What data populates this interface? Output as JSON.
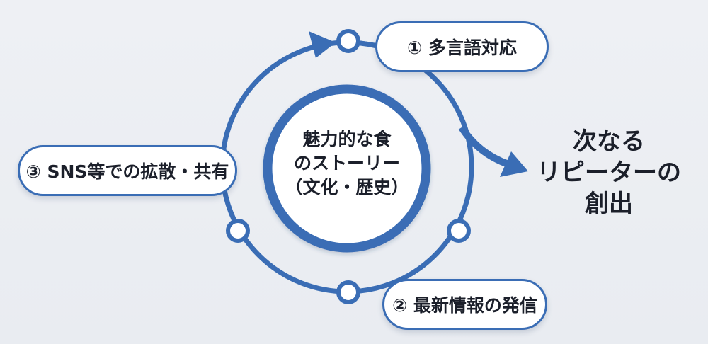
{
  "colors": {
    "accent": "#3a6db5",
    "background": "#eceef2",
    "text": "#1b1f2a"
  },
  "center": {
    "lines": [
      "魅力的な食",
      "のストーリー",
      "（文化・歴史）"
    ]
  },
  "steps": [
    {
      "label": "① 多言語対応"
    },
    {
      "label": "② 最新情報の発信"
    },
    {
      "label": "③ SNS等での拡散・共有"
    }
  ],
  "outcome": {
    "lines": [
      "次なる",
      "リピーターの",
      "創出"
    ]
  }
}
